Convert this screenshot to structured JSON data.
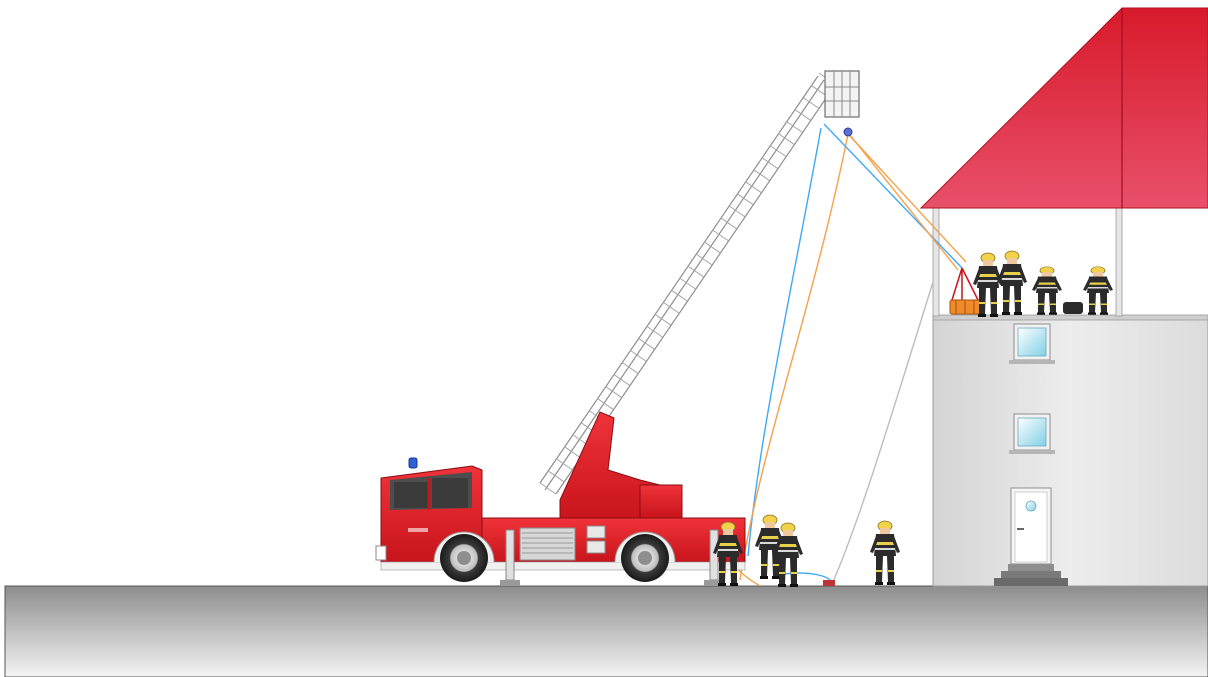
{
  "scene": {
    "description_free": true,
    "colors": {
      "sky": "#ffffff",
      "ground_top": "#a4a4a4",
      "ground_bottom": "#f2f2f2",
      "roof": "#e23347",
      "roof_dark": "#d91f2e",
      "wall": "#e4e4e4",
      "truck_red": "#e31e24",
      "ladder": "#bdbdbd",
      "rope_blue": "#3fa9f5",
      "rope_orange": "#f5a14a",
      "window_glass": "#bfe9f2",
      "basket": "#f08a2a",
      "beacon": "#2f5fd0",
      "helmet": "#f2d14b",
      "uniform": "#2b2b2b",
      "reflective": "#e8d04a"
    },
    "objects": [
      "fire-truck",
      "aerial-ladder",
      "building",
      "red-roof",
      "rescue-basket",
      "firefighters",
      "ropes",
      "ground"
    ]
  }
}
